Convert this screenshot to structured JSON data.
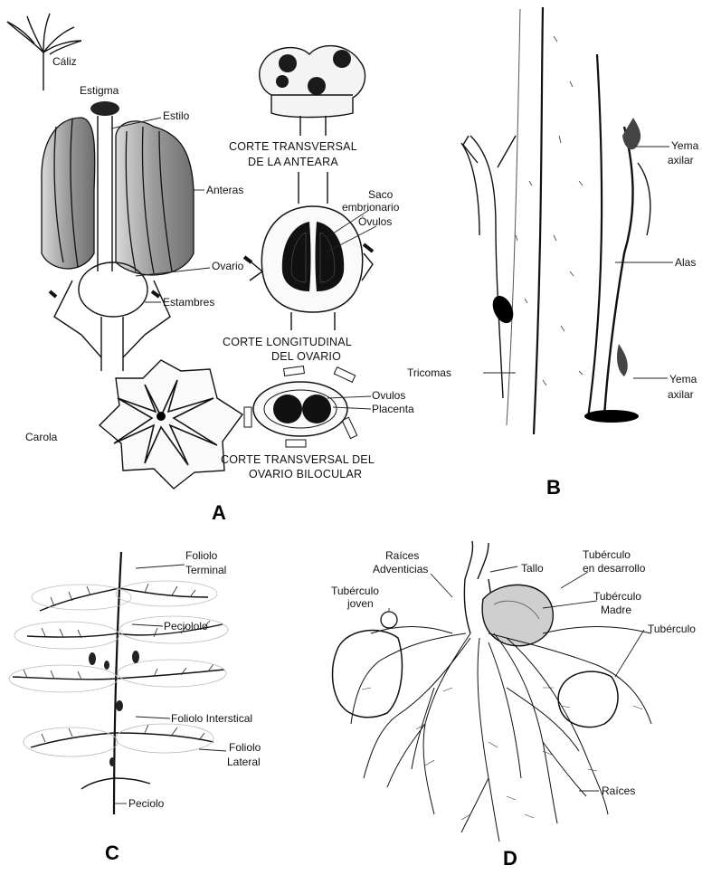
{
  "panel_a": {
    "letter": "A",
    "calyx": "Cáliz",
    "stigma": "Estigma",
    "style": "Estilo",
    "anthers": "Anteras",
    "ovary": "Ovario",
    "stamens": "Estambres",
    "corolla": "Carola",
    "anther_section_line1": "CORTE TRANSVERSAL",
    "anther_section_line2": "DE LA ANTEARA",
    "embryo_sac_line1": "Saco",
    "embryo_sac_line2": "embrionario",
    "ovules_1": "Óvulos",
    "ovary_long_line1": "CORTE LONGITUDINAL",
    "ovary_long_line2": "DEL OVARIO",
    "ovules_2": "Ovulos",
    "placenta": "Placenta",
    "ovary_trans_line1": "CORTE TRANSVERSAL DEL",
    "ovary_trans_line2": "OVARIO BILOCULAR"
  },
  "panel_b": {
    "letter": "B",
    "axillary_bud_1_line1": "Yema",
    "axillary_bud_1_line2": "axilar",
    "wings": "Alas",
    "trichomes": "Tricomas",
    "axillary_bud_2_line1": "Yema",
    "axillary_bud_2_line2": "axilar"
  },
  "panel_c": {
    "letter": "C",
    "terminal_leaflet_line1": "Foliolo",
    "terminal_leaflet_line2": "Terminal",
    "petiolule": "Peciololo",
    "interstitial_leaflet": "Foliolo Interstical",
    "lateral_leaflet_line1": "Foliolo",
    "lateral_leaflet_line2": "Lateral",
    "petiole": "Peciolo"
  },
  "panel_d": {
    "letter": "D",
    "adventitious_roots_line1": "Raíces",
    "adventitious_roots_line2": "Adventicias",
    "stem": "Tallo",
    "developing_tuber_line1": "Tubérculo",
    "developing_tuber_line2": "en desarrollo",
    "young_tuber_line1": "Tubérculo",
    "young_tuber_line2": "joven",
    "mother_tuber_line1": "Tubérculo",
    "mother_tuber_line2": "Madre",
    "tuber": "Tubérculo",
    "roots": "Raíces"
  }
}
